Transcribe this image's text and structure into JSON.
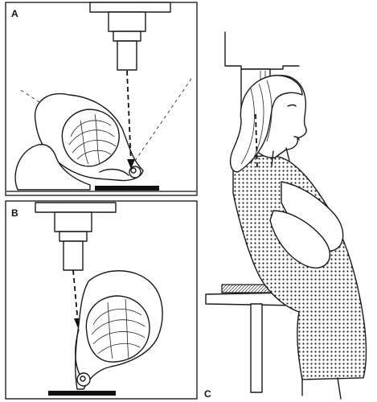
{
  "labels": {
    "panel_a": "A",
    "panel_b": "B",
    "panel_c": "C"
  },
  "colors": {
    "ink": "#1a1a1a",
    "paper": "#ffffff",
    "detector": "#111111"
  },
  "icons": {
    "tube": "x-ray-tube-icon",
    "detector": "image-receptor-plate-icon"
  }
}
